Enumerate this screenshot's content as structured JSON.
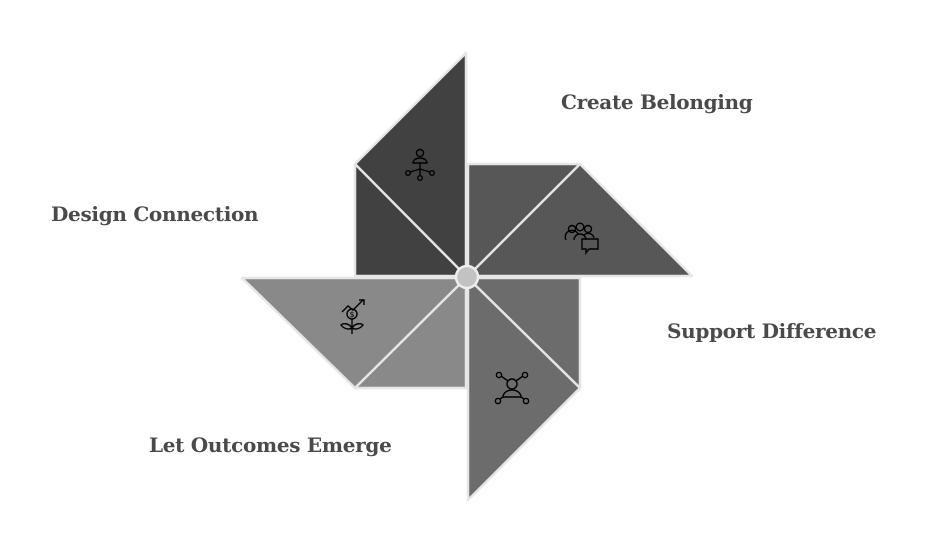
{
  "labels": {
    "create_belonging": "Create Belonging",
    "design_connection": "Design Connection",
    "support_difference": "Support Difference",
    "let_outcomes_emerge": "Let Outcomes Emerge"
  },
  "colors": {
    "top_blade": "#414141",
    "right_blade": "#575757",
    "bottom_blade": "#6c6c6c",
    "left_blade": "#898989",
    "hub": "#c2c2c2",
    "text": "#4a4a4a"
  },
  "icons": {
    "top": "org-hierarchy-icon",
    "right": "group-chat-icon",
    "bottom": "network-person-icon",
    "left": "money-growth-plant-icon"
  }
}
